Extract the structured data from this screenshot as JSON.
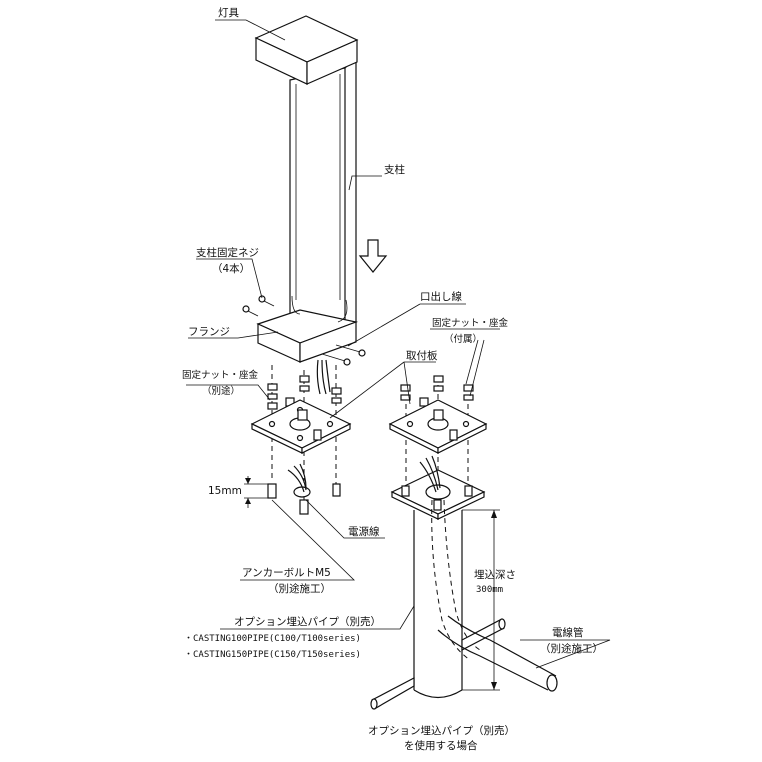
{
  "labels": {
    "lamp": "灯具",
    "pole": "支柱",
    "pole_screw": "支柱固定ネジ",
    "pole_screw_qty": "（4本）",
    "flange": "フランジ",
    "cable_outlet": "口出し線",
    "nut_washer_left": "固定ナット・座金",
    "nut_washer_left_note": "（別途）",
    "nut_washer_right": "固定ナット・座金",
    "nut_washer_right_note": "（付属）",
    "mount_plate": "取付板",
    "dim_15mm": "15mm",
    "power_cable": "電源線",
    "anchor_bolt": "アンカーボルトM5",
    "anchor_bolt_note": "（別途施工）",
    "burial_depth": "埋込深さ",
    "burial_depth_value": "300mm",
    "option_pipe": "オプション埋込パイプ（別売）",
    "option_pipe_model1": "・CASTING100PIPE(C100/T100series)",
    "option_pipe_model2": "・CASTING150PIPE(C150/T150series)",
    "conduit": "電線管",
    "conduit_note": "（別途施工）",
    "option_pipe_case1": "オプション埋込パイプ（別売）",
    "option_pipe_case2": "を使用する場合"
  }
}
